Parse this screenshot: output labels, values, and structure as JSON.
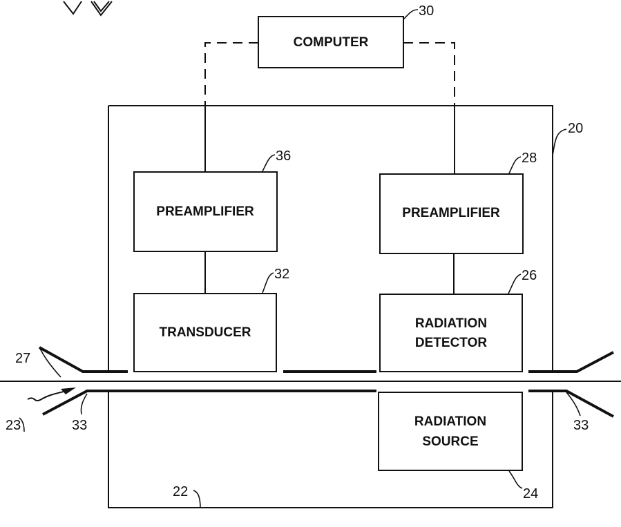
{
  "boxes": {
    "computer": "COMPUTER",
    "preamp_left": "PREAMPLIFIER",
    "preamp_right": "PREAMPLIFIER",
    "transducer": "TRANSDUCER",
    "radiation_detector": [
      "RADIATION",
      "DETECTOR"
    ],
    "radiation_source": [
      "RADIATION",
      "SOURCE"
    ]
  },
  "refs": {
    "computer": "30",
    "enclosure": "20",
    "preamp_left": "36",
    "preamp_right": "28",
    "transducer": "32",
    "radiation_detector": "26",
    "radiation_source": "24",
    "enclosure_bottom": "22",
    "web": "27",
    "flow": "23",
    "guide_left": "33",
    "guide_right": "33"
  },
  "colors": {
    "ink": "#111111",
    "background": "#ffffff"
  }
}
